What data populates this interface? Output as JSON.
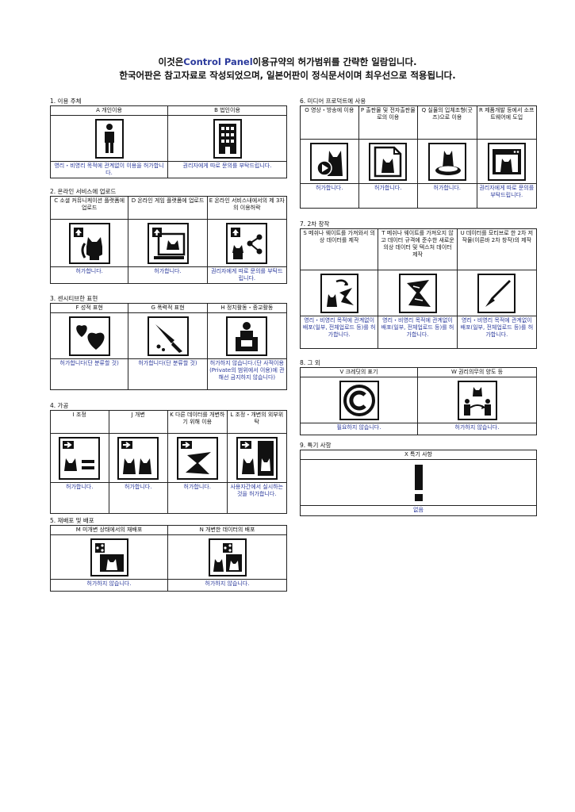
{
  "header": {
    "line1_pre": "이것은",
    "line1_hl": "Control Panel",
    "line1_post": "이용규약의 허가범위를 간략한 일람입니다.",
    "line2": "한국어판은 참고자료로 작성되었으며, 일본어판이 정식문서이며 최우선으로 적용됩니다."
  },
  "colors": {
    "accent": "#2b3a9c",
    "border": "#222222"
  },
  "s1": {
    "title": "1. 이용 주체",
    "items": [
      {
        "hdr": "A 개인이용",
        "ans": "영리・비영리 목적에 관계없이 이용을 허가합니다.",
        "icon": "person-icon"
      },
      {
        "hdr": "B 법인이용",
        "ans": "권리자에게 따로 문의를 부탁드립니다.",
        "icon": "building-icon"
      }
    ]
  },
  "s2": {
    "title": "2. 온라인 서비스에 업로드",
    "items": [
      {
        "hdr": "C 소셜 커뮤니케이션 플랫폼에 업로드",
        "ans": "허가합니다.",
        "icon": "social-upload-icon"
      },
      {
        "hdr": "D 온라인 게임 플랫폼에 업로드",
        "ans": "허가합니다.",
        "icon": "game-upload-icon"
      },
      {
        "hdr": "E 온라인 서비스내에서의 제 3자의 이용허락",
        "ans": "권리자에게 따로 문의를 부탁드립니다.",
        "icon": "third-party-icon"
      }
    ]
  },
  "s3": {
    "title": "3. 센시티브한 표현",
    "items": [
      {
        "hdr": "F 성적 표현",
        "ans": "허가합니다(단 분류할 것)",
        "icon": "hearts-icon"
      },
      {
        "hdr": "G 폭력적 표현",
        "ans": "허가합니다(단 분류할 것)",
        "icon": "knife-icon"
      },
      {
        "hdr": "H 정치활동・종교활동",
        "ans": "허가하지 않습니다.(단 사적이용(Private의 범위에서 이용)에 관해선 금지하지 않습니다)",
        "icon": "podium-icon"
      }
    ]
  },
  "s4": {
    "title": "4. 가공",
    "items": [
      {
        "hdr": "I 조정",
        "ans": "허가합니다.",
        "icon": "adjust-icon"
      },
      {
        "hdr": "J 개변",
        "ans": "허가합니다.",
        "icon": "modify-icon"
      },
      {
        "hdr": "K 다른 데이터를 개변하기 위해 이용",
        "ans": "허가합니다.",
        "icon": "reuse-icon"
      },
      {
        "hdr": "L 조정・개변의 외부위탁",
        "ans": "사용자간에서 실시하는 것을 허가합니다.",
        "icon": "outsource-icon"
      }
    ]
  },
  "s5": {
    "title": "5. 재배포 및 배포",
    "items": [
      {
        "hdr": "M 미개변 상태에서의 재배포",
        "ans": "허가하지 않습니다.",
        "icon": "share-icon"
      },
      {
        "hdr": "N 개변한 데이터의 배포",
        "ans": "허가하지 않습니다.",
        "icon": "share-modified-icon"
      }
    ]
  },
  "s6": {
    "title": "6. 미디어 프로덕트에 사용",
    "items": [
      {
        "hdr": "O 영상・방송에 이용",
        "ans": "허가합니다.",
        "icon": "video-icon"
      },
      {
        "hdr": "P 출판물 및 전자출판물로의 이용",
        "ans": "허가합니다.",
        "icon": "publish-icon"
      },
      {
        "hdr": "Q 실물의 입체조형(굿즈)으로 이용",
        "ans": "허가합니다.",
        "icon": "figure-icon"
      },
      {
        "hdr": "R 제품개발 등에서 소프트웨어에 도입",
        "ans": "권리자에게 따로 문의를 부탁드립니다.",
        "icon": "software-icon"
      }
    ]
  },
  "s7": {
    "title": "7. 2차 창작",
    "items": [
      {
        "hdr": "S 메쉬나 웨이트를 가져와서 의상 데이터를 제작",
        "ans": "영리・비영리 목적에 관계없이 배포(일부, 전체업로드 등)를 허가합니다.",
        "icon": "mesh-icon"
      },
      {
        "hdr": "T 메쉬나 웨이트를 가져오지 않고 데이터 규격에 준수한 새로운 의상 데이터 및 텍스처 데이터 제작",
        "ans": "영리・비영리 목적에 관계없이 배포(일부, 전체업로드 등)를 허가합니다.",
        "icon": "texture-icon"
      },
      {
        "hdr": "U 데이터를 모티브로 한 2차 저작물(이른바 2차 창작)의 제작",
        "ans": "영리・비영리 목적에 관계없이 배포(일부, 전체업로드 등)를 허가합니다.",
        "icon": "pen-icon"
      }
    ]
  },
  "s8": {
    "title": "8. 그 외",
    "items": [
      {
        "hdr": "V 크레딧의 표기",
        "ans": "필요하지 않습니다.",
        "icon": "copyright-icon"
      },
      {
        "hdr": "W 권리의무의 양도 등",
        "ans": "허가하지 않습니다.",
        "icon": "transfer-icon"
      }
    ]
  },
  "s9": {
    "title": "9. 특기 사항",
    "items": [
      {
        "hdr": "X 특기 사항",
        "ans": "없음",
        "icon": "exclamation-icon"
      }
    ]
  }
}
